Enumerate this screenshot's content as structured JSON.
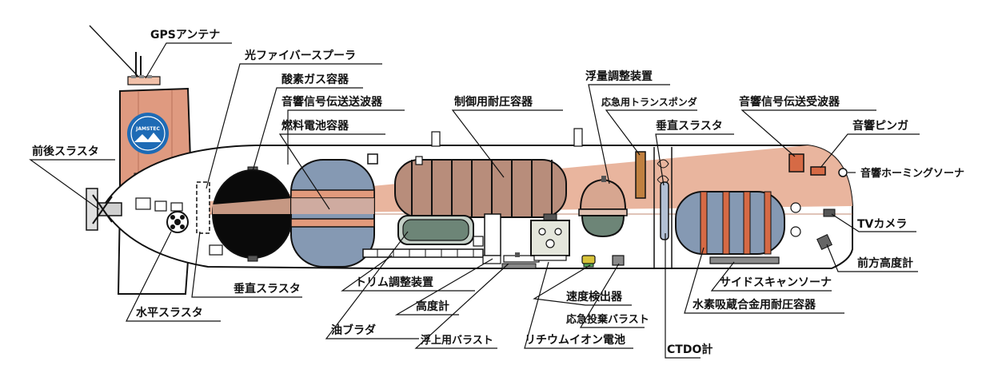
{
  "labels": {
    "gps_antenna": "GPSアンテナ",
    "fiber_spooler": "光ファイバースプーラ",
    "oxygen_container": "酸素ガス容器",
    "acoustic_transmitter": "音響信号伝送送波器",
    "fuel_cell_container": "燃料電池容器",
    "control_pressure_vessel": "制御用耐圧容器",
    "buoyancy_adjuster": "浮量調整装置",
    "emergency_transponder": "応急用トランスポンダ",
    "vertical_thruster_top": "垂直スラスタ",
    "acoustic_receiver": "音響信号伝送受波器",
    "acoustic_pinger": "音響ピンガ",
    "acoustic_homing_sonar": "音響ホーミングソーナ",
    "tv_camera": "TVカメラ",
    "forward_altimeter": "前方高度計",
    "side_scan_sonar": "サイドスキャンソーナ",
    "hydrogen_pressure_vessel": "水素吸蔵合金用耐圧容器",
    "ctdo": "CTDO計",
    "emergency_ballast": "応急投棄バラスト",
    "speed_detector": "速度検出器",
    "lithium_battery": "リチウムイオン電池",
    "surfacing_ballast": "浮上用バラスト",
    "altimeter": "高度計",
    "trim_adjuster": "トリム調整装置",
    "oil_bladder": "油ブラダ",
    "vertical_thruster_bottom": "垂直スラスタ",
    "horizontal_thruster": "水平スラスタ",
    "fore_aft_thruster": "前後スラスタ"
  },
  "logo": {
    "text": "JAMSTEC"
  },
  "colors": {
    "tower": "#df9a80",
    "band": "#e8b199",
    "black_sphere": "#0a0a0a",
    "vessel_blue": "#8599b3",
    "vessel_orange": "#d66a45",
    "dark_green": "#6d8577",
    "yellow": "#d7c33a",
    "green": "#57a85a",
    "gray": "#8a8a8a",
    "outline": "#111111"
  }
}
